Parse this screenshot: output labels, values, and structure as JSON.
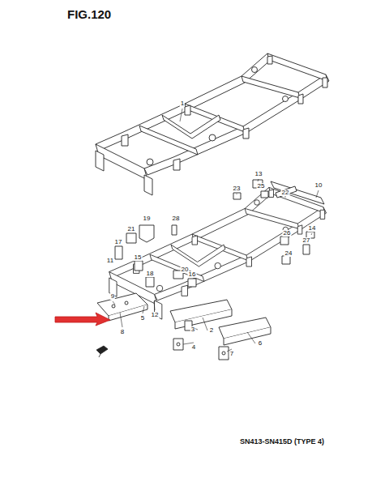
{
  "diagram": {
    "title": "FIG.120",
    "caption": "SN413-SN415D (TYPE 4)",
    "labels": [
      "1",
      "13",
      "10",
      "23",
      "25",
      "22",
      "19",
      "28",
      "21",
      "14",
      "26",
      "27",
      "17",
      "24",
      "15",
      "11",
      "20",
      "16",
      "18",
      "9",
      "12",
      "5",
      "3",
      "2",
      "8",
      "6",
      "4",
      "7"
    ]
  }
}
